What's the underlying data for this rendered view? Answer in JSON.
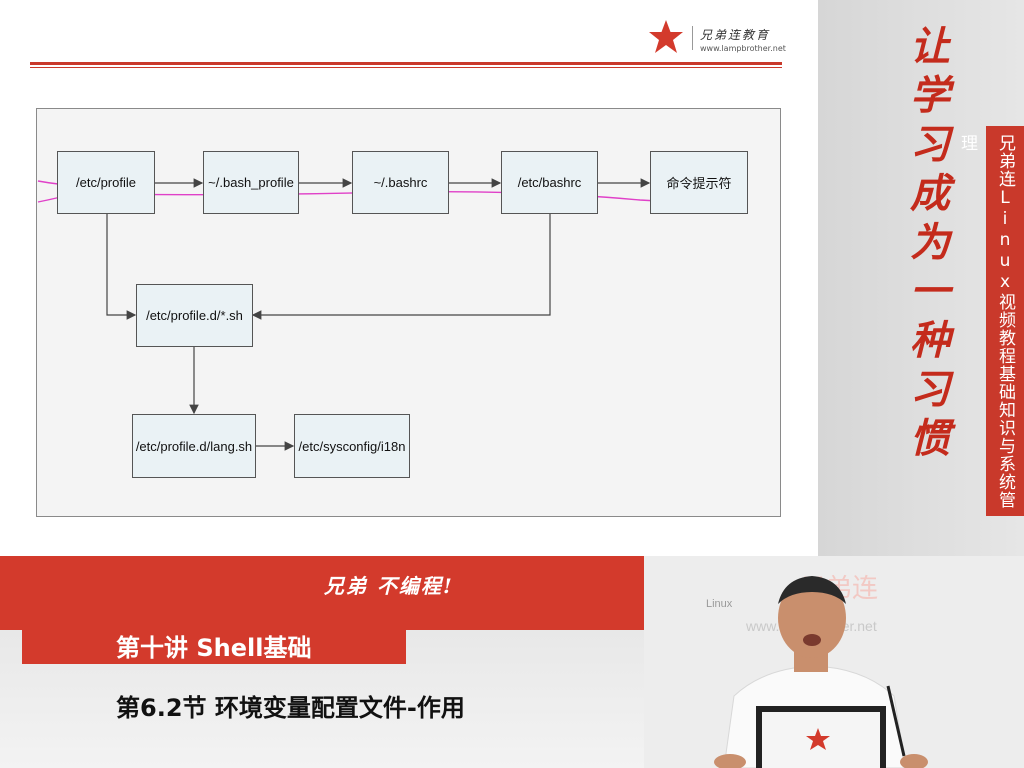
{
  "header": {
    "logo_text": "兄弟连教育",
    "logo_url": "www.lampbrother.net"
  },
  "diagram": {
    "nodes": {
      "etc_profile": "/etc/profile",
      "bash_profile": "~/.bash_profile",
      "bashrc_home": "~/.bashrc",
      "etc_bashrc": "/etc/bashrc",
      "prompt": "命令提示符",
      "profile_d": "/etc/profile.d/*.sh",
      "lang_sh": "/etc/profile.d/lang.sh",
      "i18n": "/etc/sysconfig/i18n"
    }
  },
  "sidebar": {
    "calligraphy": [
      "让",
      "学",
      "习",
      "成",
      "为",
      "一",
      "种",
      "习",
      "惯"
    ],
    "banner_part1": "兄弟连Linux视频教程",
    "banner_part2": "基础知识与系统管理"
  },
  "footer": {
    "slogan": "兄弟 不编程!",
    "lesson": "第十讲 Shell基础",
    "section": "第6.2节 环境变量配置文件-作用"
  },
  "video": {
    "watermark_brand": "兄弟连",
    "watermark_linux": "Linux",
    "watermark_url": "www.lampbrother.net"
  },
  "colors": {
    "brand_red": "#d33a2c",
    "annotation_pink": "#e040c8"
  }
}
